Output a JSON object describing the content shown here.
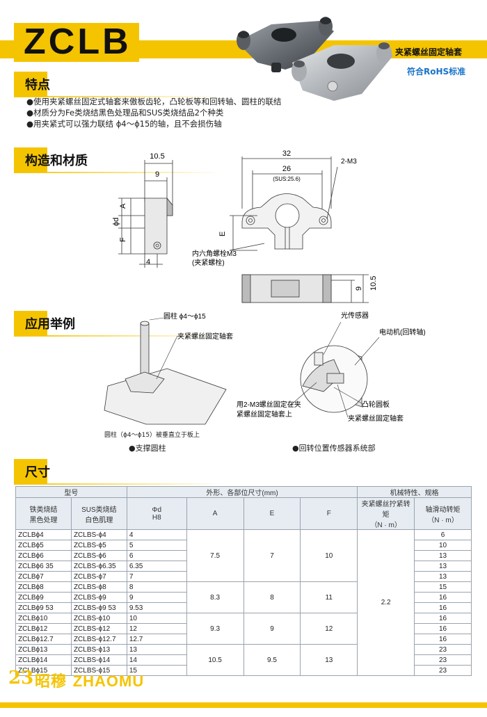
{
  "header": {
    "title": "ZCLB",
    "subtitle": "夹紧螺丝固定轴套",
    "rohs": "符合RoHS标准"
  },
  "features": {
    "title": "特点",
    "bullets": [
      "●使用夹紧螺丝固定式轴套来傲板齿轮，凸轮板等和回转轴、圆柱的联结",
      "●材质分为Fe类烧结黑色处理品和SUS类烧结品2个种类",
      "●用夹紧式可以强力联结 ϕ4～ϕ15的轴，且不会损伤轴"
    ]
  },
  "structure": {
    "title": "构造和材质",
    "dims": {
      "w105": "10.5",
      "w9": "9",
      "a": "A",
      "phid": "ϕd",
      "f": "F",
      "w4": "4",
      "l32": "32",
      "l26": "26",
      "sus": "(SUS:25.6)",
      "m3": "2-M3",
      "e": "E",
      "screw1": "内六角螺栓M3",
      "screw2": "(夹紧螺栓)",
      "h9": "9",
      "h105": "10.5"
    }
  },
  "application": {
    "title": "应用举例",
    "left": {
      "rod": "圆柱 ϕ4～ϕ15",
      "part": "夹紧螺丝固定轴套",
      "note": "圆柱（ϕ4～ϕ15）被垂直立于板上",
      "caption": "●支撑圆柱"
    },
    "right": {
      "sensor": "光传感器",
      "motor": "电动机(回转轴)",
      "fix1": "用2-M3螺丝固定在夹",
      "fix2": "紧螺丝固定轴套上",
      "cam": "凸轮圆板",
      "part": "夹紧螺丝固定轴套",
      "caption": "●回转位置传感器系统部"
    }
  },
  "dimensions": {
    "title": "尺寸",
    "headers": {
      "model": "型号",
      "shape": "外形、各部位尺寸(mm)",
      "mech": "机械特性、规格",
      "fe1": "铁类烧结",
      "fe2": "黑色处理",
      "sus1": "SUS类烧结",
      "sus2": "白色肌理",
      "phid": "Φd",
      "h8": "H8",
      "a": "A",
      "e": "E",
      "f": "F",
      "torque1": "夹紧螺丝拧紧转矩",
      "torque1u": "（N · m）",
      "torque2": "轴滑动转矩",
      "torque2u": "（N · m）"
    },
    "rows": [
      {
        "fe": "ZCLBϕ4",
        "sus": "ZCLBS-ϕ4",
        "d": "4",
        "slip": "6"
      },
      {
        "fe": "ZCLBϕ5",
        "sus": "ZCLBS-ϕ5",
        "d": "5",
        "slip": "10"
      },
      {
        "fe": "ZCLBϕ6",
        "sus": "ZCLBS-ϕ6",
        "d": "6",
        "slip": "13"
      },
      {
        "fe": "ZCLBϕ6 35",
        "sus": "ZCLBS-ϕ6.35",
        "d": "6.35",
        "slip": "13"
      },
      {
        "fe": "ZCLBϕ7",
        "sus": "ZCLBS-ϕ7",
        "d": "7",
        "slip": "13"
      },
      {
        "fe": "ZCLBϕ8",
        "sus": "ZCLBS-ϕ8",
        "d": "8",
        "slip": "15"
      },
      {
        "fe": "ZCLBϕ9",
        "sus": "ZCLBS-ϕ9",
        "d": "9",
        "slip": "16"
      },
      {
        "fe": "ZCLBϕ9 53",
        "sus": "ZCLBS-ϕ9 53",
        "d": "9.53",
        "slip": "16"
      },
      {
        "fe": "ZCLBϕ10",
        "sus": "ZCLBS-ϕ10",
        "d": "10",
        "slip": "16"
      },
      {
        "fe": "ZCLBϕ12",
        "sus": "ZCLBS-ϕ12",
        "d": "12",
        "slip": "16"
      },
      {
        "fe": "ZCLBϕ12.7",
        "sus": "ZCLBS-ϕ12.7",
        "d": "12.7",
        "slip": "16"
      },
      {
        "fe": "ZCLBϕ13",
        "sus": "ZCLBS-ϕ13",
        "d": "13",
        "slip": "23"
      },
      {
        "fe": "ZCLBϕ14",
        "sus": "ZCLBS-ϕ14",
        "d": "14",
        "slip": "23"
      },
      {
        "fe": "ZCLBϕ15",
        "sus": "ZCLBS-ϕ15",
        "d": "15",
        "slip": "23"
      }
    ],
    "groups": [
      {
        "a": "7.5",
        "e": "7",
        "f": "10"
      },
      {
        "a": "8.3",
        "e": "8",
        "f": "11"
      },
      {
        "a": "9.3",
        "e": "9",
        "f": "12"
      },
      {
        "a": "10.5",
        "e": "9.5",
        "f": "13"
      }
    ],
    "torque": "2.2"
  },
  "footer": {
    "page": "23",
    "brand_cn": "昭穆",
    "brand_en": "ZHAOMU"
  },
  "colors": {
    "accent": "#f5c400",
    "rohs": "#1a73c9",
    "table_header": "#e6ecf2"
  }
}
